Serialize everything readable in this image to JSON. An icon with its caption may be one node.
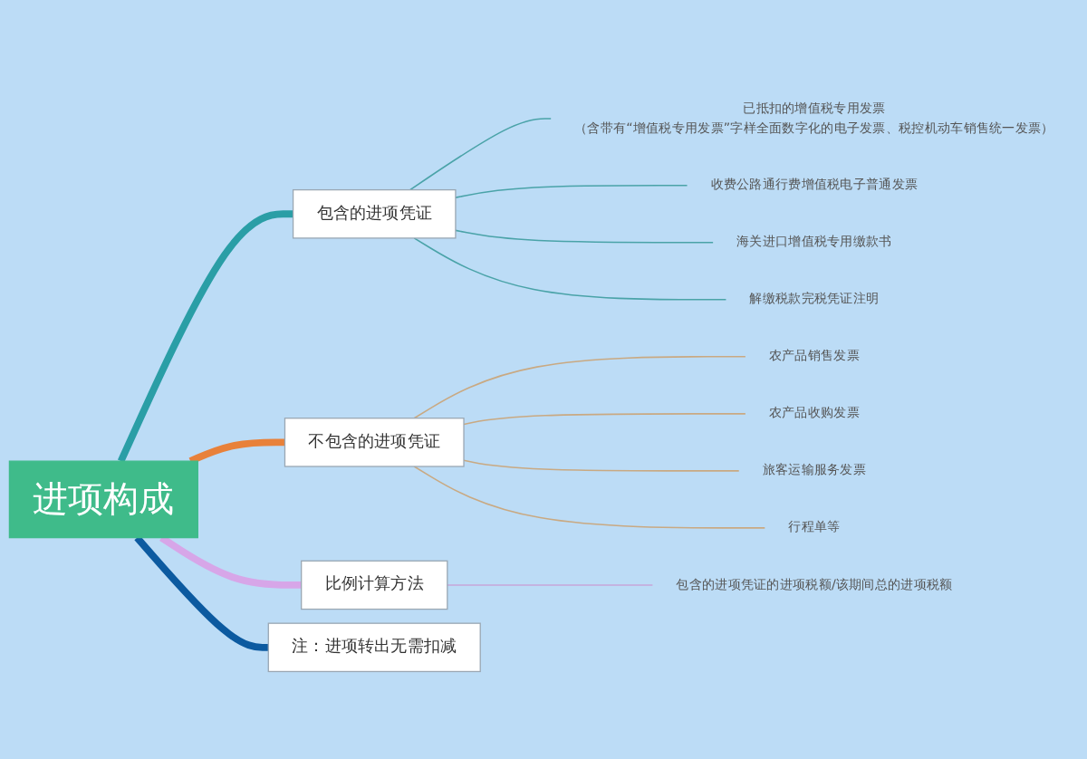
{
  "diagram": {
    "nodes": [
      {
        "text": [
          "进项构成"
        ]
      },
      {
        "text": [
          "包含的进项凭证"
        ]
      },
      {
        "text": [
          "已抵扣的增值税专用发票",
          "（含带有“增值税专用发票”字样全面数字化的电子发票、税控机动车销售统一发票）"
        ]
      },
      {
        "text": [
          "收费公路通行费增值税电子普通发票"
        ]
      },
      {
        "text": [
          "海关进口增值税专用缴款书"
        ]
      },
      {
        "text": [
          "解缴税款完税凭证注明"
        ]
      },
      {
        "text": [
          "不包含的进项凭证"
        ]
      },
      {
        "text": [
          "农产品销售发票"
        ]
      },
      {
        "text": [
          "农产品收购发票"
        ]
      },
      {
        "text": [
          "旅客运输服务发票"
        ]
      },
      {
        "text": [
          "行程单等"
        ]
      },
      {
        "text": [
          "比例计算方法"
        ]
      },
      {
        "text": [
          "包含的进项凭证的进项税额/该期间总的进项税额"
        ]
      },
      {
        "text": [
          "注：进项转出无需扣减"
        ]
      }
    ],
    "edges": [
      {
        "from": 0,
        "to": 1,
        "arrow": "none",
        "style": "thick",
        "color": "#2a9ea6"
      },
      {
        "from": 1,
        "to": 2,
        "arrow": "none",
        "color": "#4aa3a8"
      },
      {
        "from": 1,
        "to": 3,
        "arrow": "none",
        "color": "#4aa3a8"
      },
      {
        "from": 1,
        "to": 4,
        "arrow": "none",
        "color": "#4aa3a8"
      },
      {
        "from": 1,
        "to": 5,
        "arrow": "none",
        "color": "#4aa3a8"
      },
      {
        "from": 0,
        "to": 6,
        "arrow": "none",
        "style": "thick",
        "color": "#e8813a"
      },
      {
        "from": 6,
        "to": 7,
        "arrow": "none",
        "color": "#c9a982"
      },
      {
        "from": 6,
        "to": 8,
        "arrow": "none",
        "color": "#c9a982"
      },
      {
        "from": 6,
        "to": 9,
        "arrow": "none",
        "color": "#c9a982"
      },
      {
        "from": 6,
        "to": 10,
        "arrow": "none",
        "color": "#c9a982"
      },
      {
        "from": 0,
        "to": 11,
        "arrow": "none",
        "style": "thick",
        "color": "#d7a6e8"
      },
      {
        "from": 11,
        "to": 12,
        "arrow": "none",
        "color": "#c7a6d8"
      },
      {
        "from": 0,
        "to": 13,
        "arrow": "none",
        "style": "thick",
        "color": "#0c5aa0"
      }
    ]
  }
}
